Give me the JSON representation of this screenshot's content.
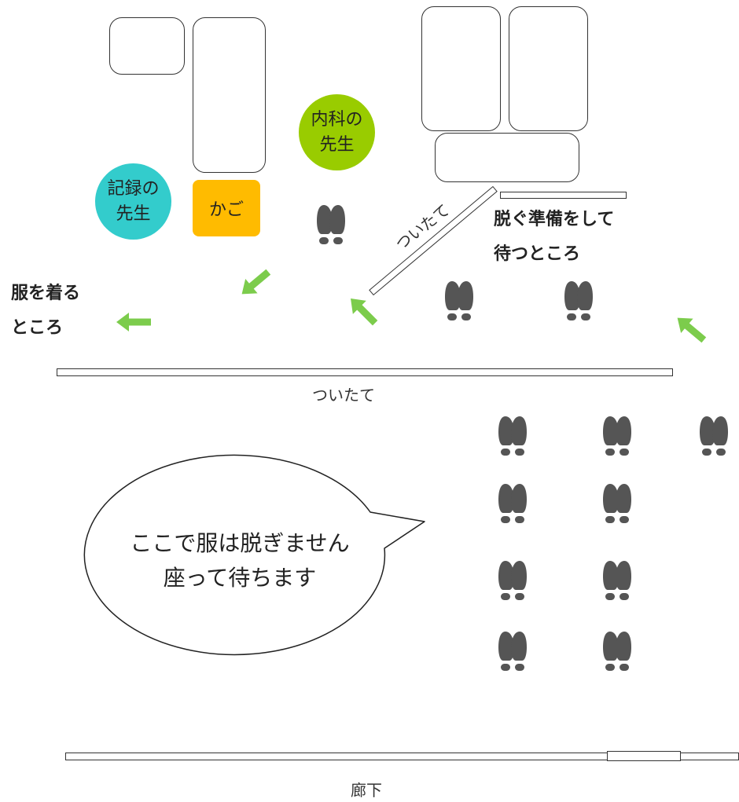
{
  "labels": {
    "internal_doctor_l1": "内科の",
    "internal_doctor_l2": "先生",
    "record_teacher_l1": "記録の",
    "record_teacher_l2": "先生",
    "basket": "かご",
    "screen_diagonal": "ついたて",
    "screen_main": "ついたて",
    "prep_area_l1": "脱ぐ準備をして",
    "prep_area_l2": "待つところ",
    "dress_area_l1": "服を着る",
    "dress_area_l2": "ところ",
    "bubble_l1": "ここで服は脱ぎません",
    "bubble_l2": "座って待ちます",
    "hallway": "廊下"
  },
  "colors": {
    "internal_doctor": "#99cc00",
    "record_teacher": "#33cccc",
    "basket": "#ffbb00",
    "arrow": "#7ccc4c",
    "footprint": "#555555"
  },
  "icons": [
    "footprints-icon",
    "arrow-icon"
  ]
}
